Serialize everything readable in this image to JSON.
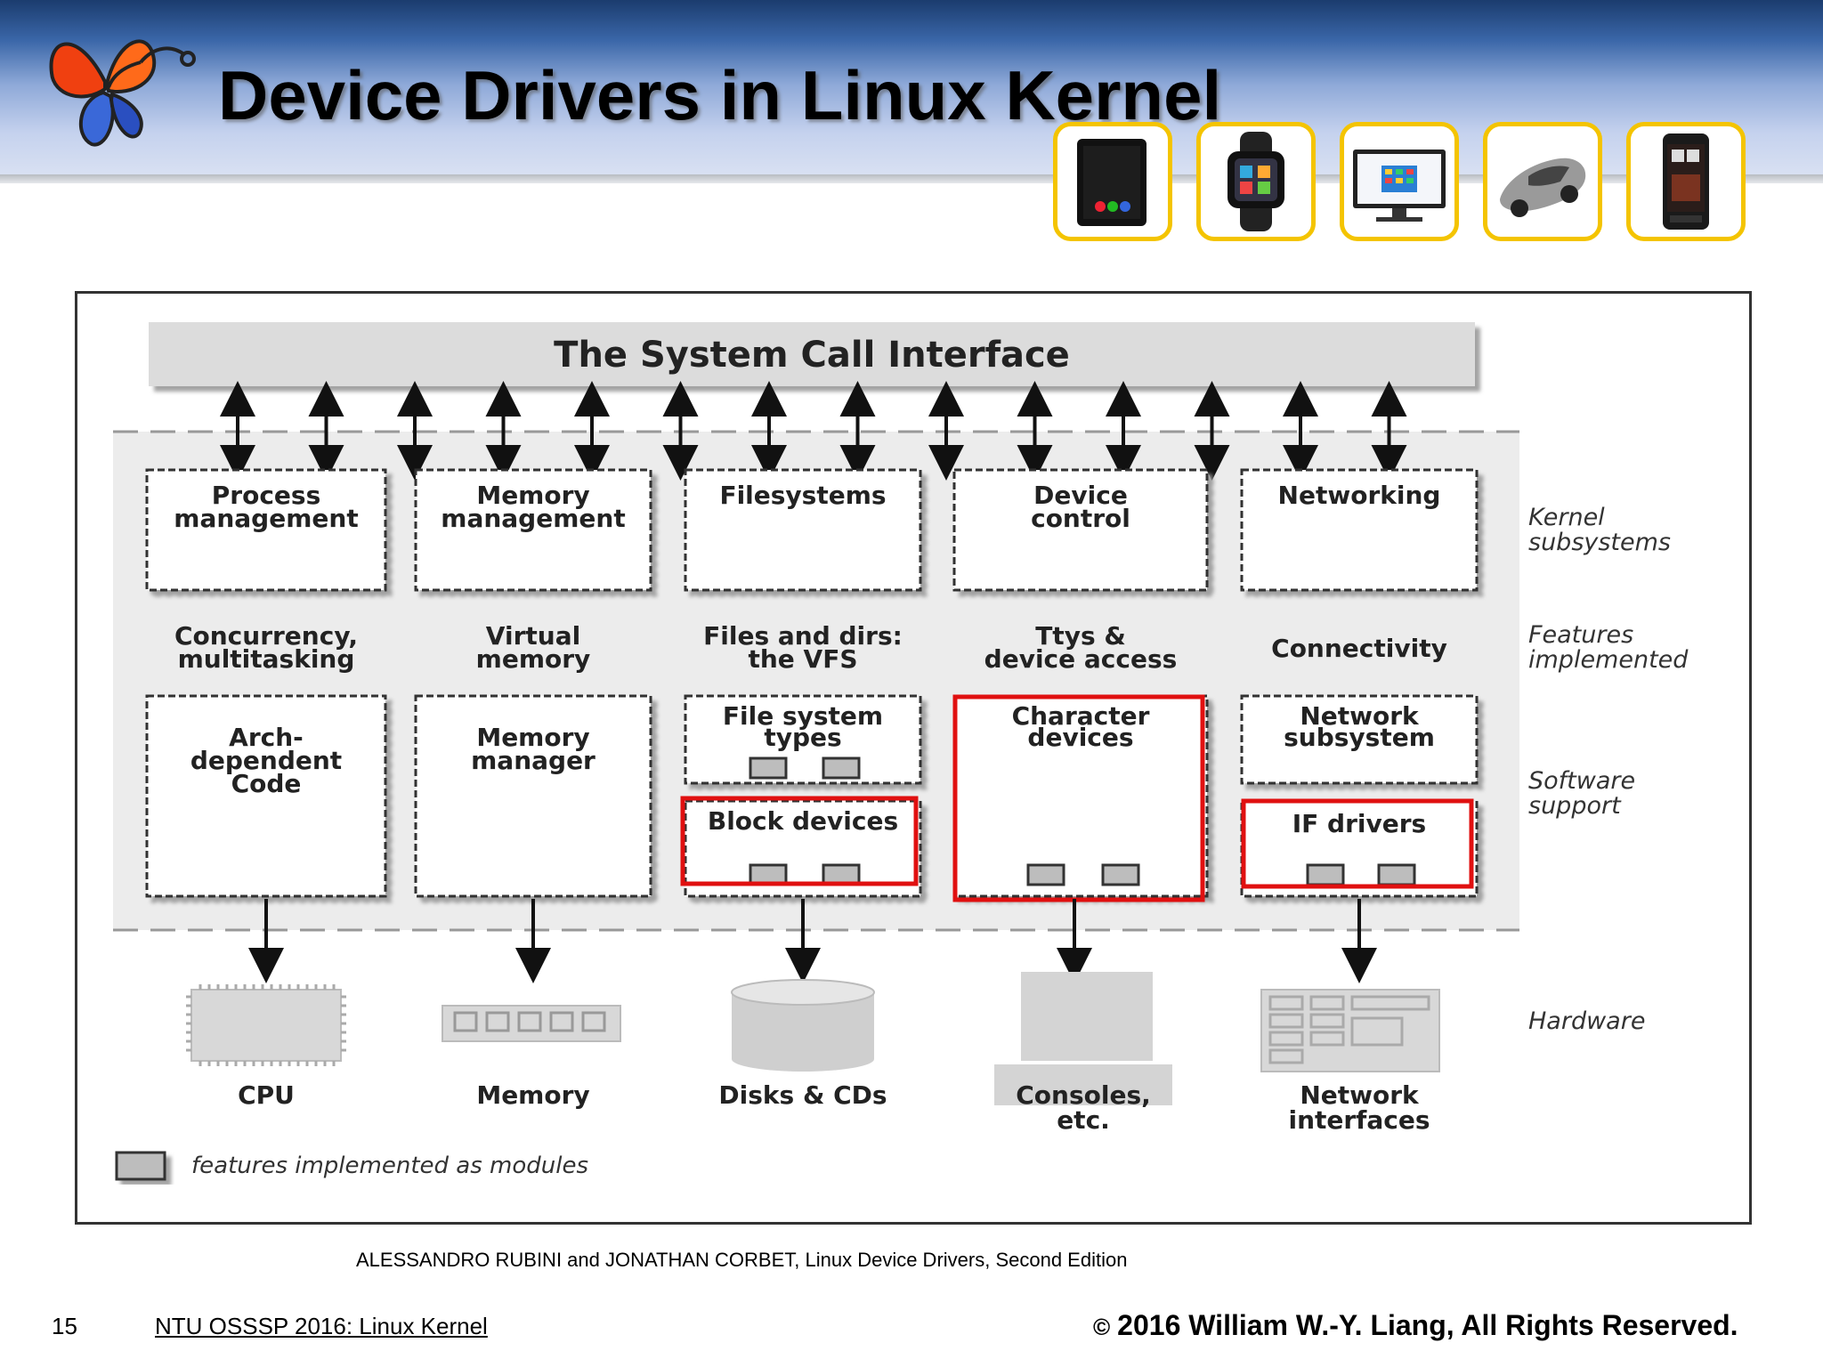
{
  "slide": {
    "title": "Device Drivers in Linux Kernel",
    "page_number": "15",
    "course": "NTU OSSSP 2016: Linux Kernel",
    "copyright_symbol": "©",
    "copyright": "2016  William W.-Y. Liang, All Rights Reserved.",
    "citation": "ALESSANDRO RUBINI and JONATHAN CORBET, Linux Device Drivers, Second Edition"
  },
  "device_thumbnails": [
    "tablet-icon",
    "smartwatch-icon",
    "tv-icon",
    "car-icon",
    "smartphone-icon"
  ],
  "diagram": {
    "syscall": "The System Call Interface",
    "row_labels": {
      "kernel": [
        "Kernel",
        "subsystems"
      ],
      "features": [
        "Features",
        "implemented"
      ],
      "software": [
        "Software",
        "support"
      ],
      "hardware": "Hardware"
    },
    "subsystems": [
      [
        "Process",
        "management"
      ],
      [
        "Memory",
        "management"
      ],
      [
        "Filesystems"
      ],
      [
        "Device",
        "control"
      ],
      [
        "Networking"
      ]
    ],
    "features": [
      [
        "Concurrency,",
        "multitasking"
      ],
      [
        "Virtual",
        "memory"
      ],
      [
        "Files and dirs:",
        "the VFS"
      ],
      [
        "Ttys &",
        "device access"
      ],
      [
        "Connectivity"
      ]
    ],
    "software": {
      "arch": [
        "Arch-",
        "dependent",
        "Code"
      ],
      "memmgr": [
        "Memory",
        "manager"
      ],
      "fstypes": [
        "File system",
        "types"
      ],
      "block": "Block devices",
      "chardev": [
        "Character",
        "devices"
      ],
      "netsub": [
        "Network",
        "subsystem"
      ],
      "ifdrv": "IF drivers"
    },
    "hardware": [
      [
        "CPU"
      ],
      [
        "Memory"
      ],
      [
        "Disks & CDs"
      ],
      [
        "Consoles,",
        "etc."
      ],
      [
        "Network",
        "interfaces"
      ]
    ],
    "legend": "features implemented as modules",
    "highlight_color": "#e01010"
  }
}
